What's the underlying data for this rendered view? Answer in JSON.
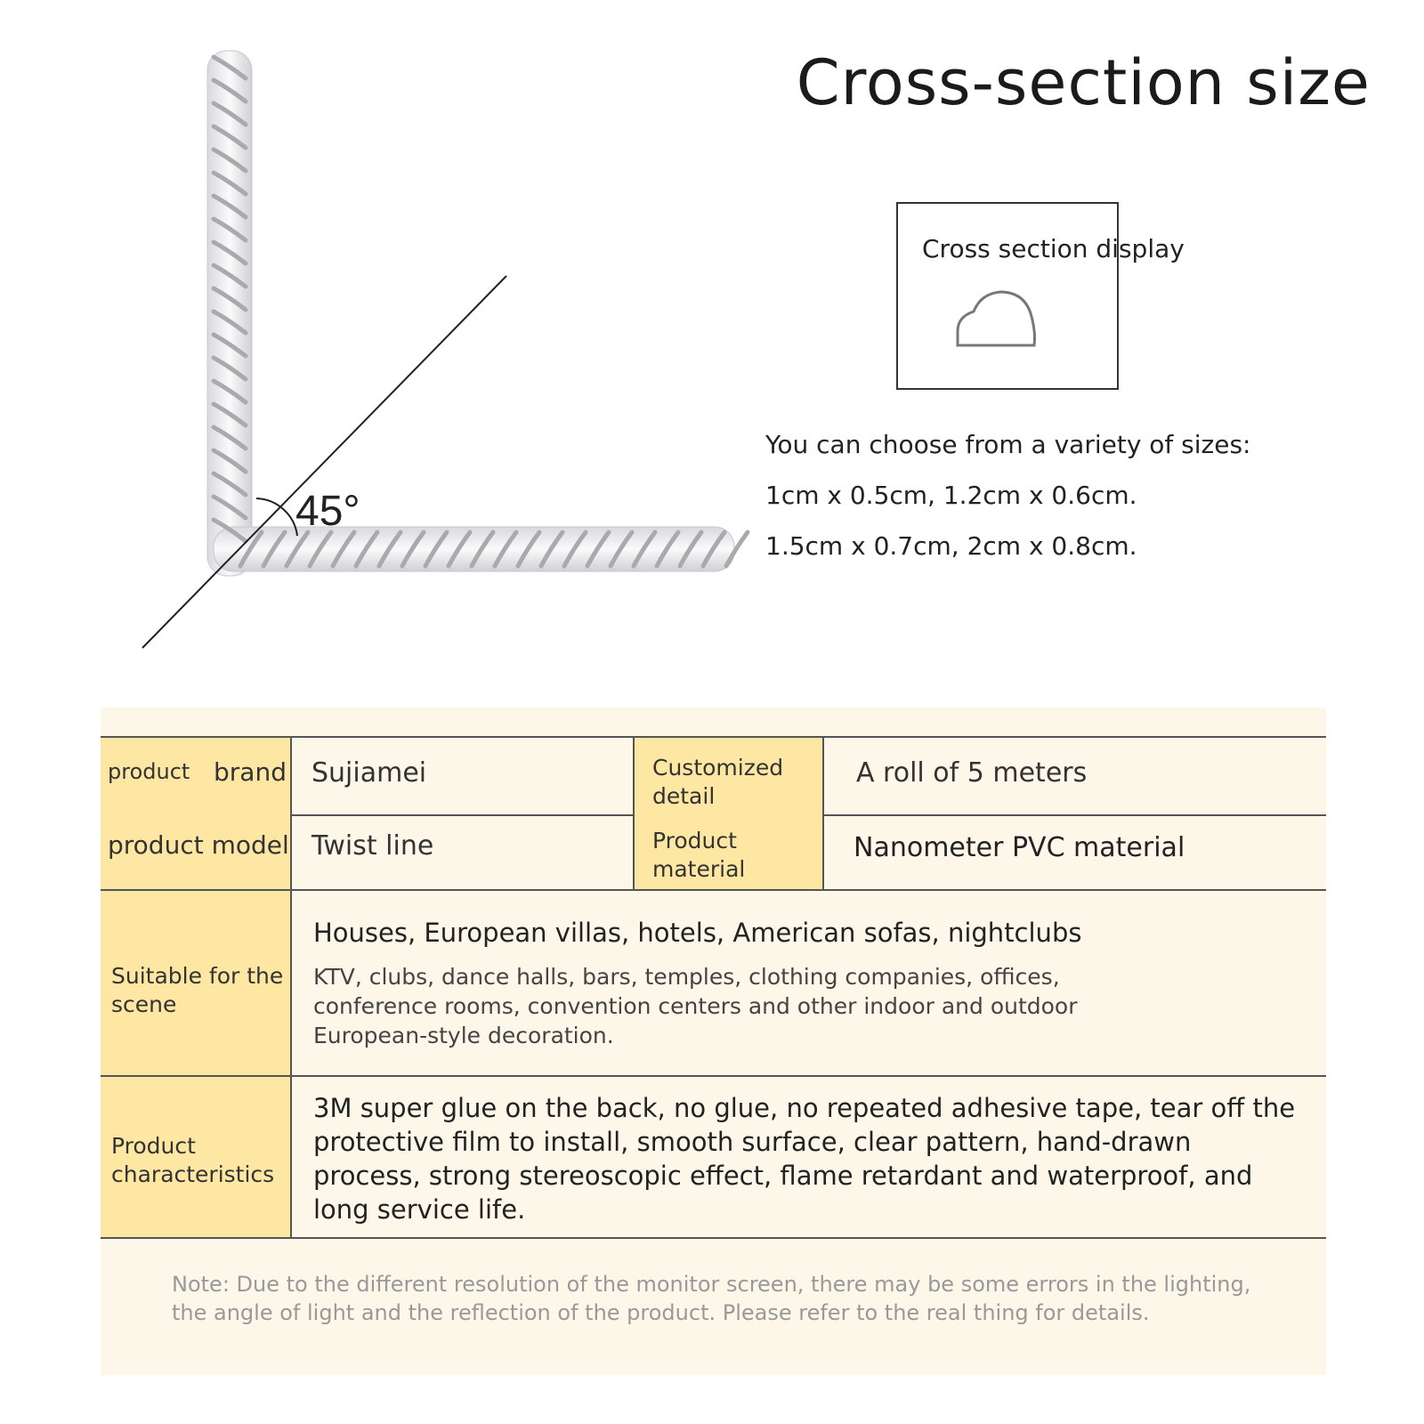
{
  "title": "Cross-section size",
  "angle_label": "45°",
  "cross_section": {
    "label": "Cross section display"
  },
  "sizes": {
    "intro": "You can choose from a variety of sizes:",
    "line1": "1cm x 0.5cm, 1.2cm x 0.6cm.",
    "line2": "1.5cm x 0.7cm, 2cm x 0.8cm."
  },
  "table": {
    "brand_label_1": "product",
    "brand_label_2": "brand",
    "brand_value": "Sujiamei",
    "custom_label": "Customized detail",
    "custom_value": "A roll of 5 meters",
    "model_label": "product model",
    "model_value": "Twist line",
    "material_label": "Product material",
    "material_value": "Nanometer PVC material",
    "scene_label": "Suitable for the scene",
    "scene_main": "Houses, European villas, hotels, American sofas, nightclubs",
    "scene_detail": "KTV, clubs, dance halls, bars, temples, clothing companies, offices, conference rooms, convention centers and other indoor and outdoor European-style decoration.",
    "char_label": "Product characteristics",
    "char_value": "3M super glue on the back, no glue, no repeated adhesive tape, tear off the protective film to install, smooth surface, clear pattern, hand-drawn process, strong stereoscopic effect, flame retardant and waterproof, and long service life."
  },
  "note": "Note: Due to the different resolution of the monitor screen, there may be some errors in the lighting, the angle of light and the reflection of the product. Please refer to the real thing for details."
}
